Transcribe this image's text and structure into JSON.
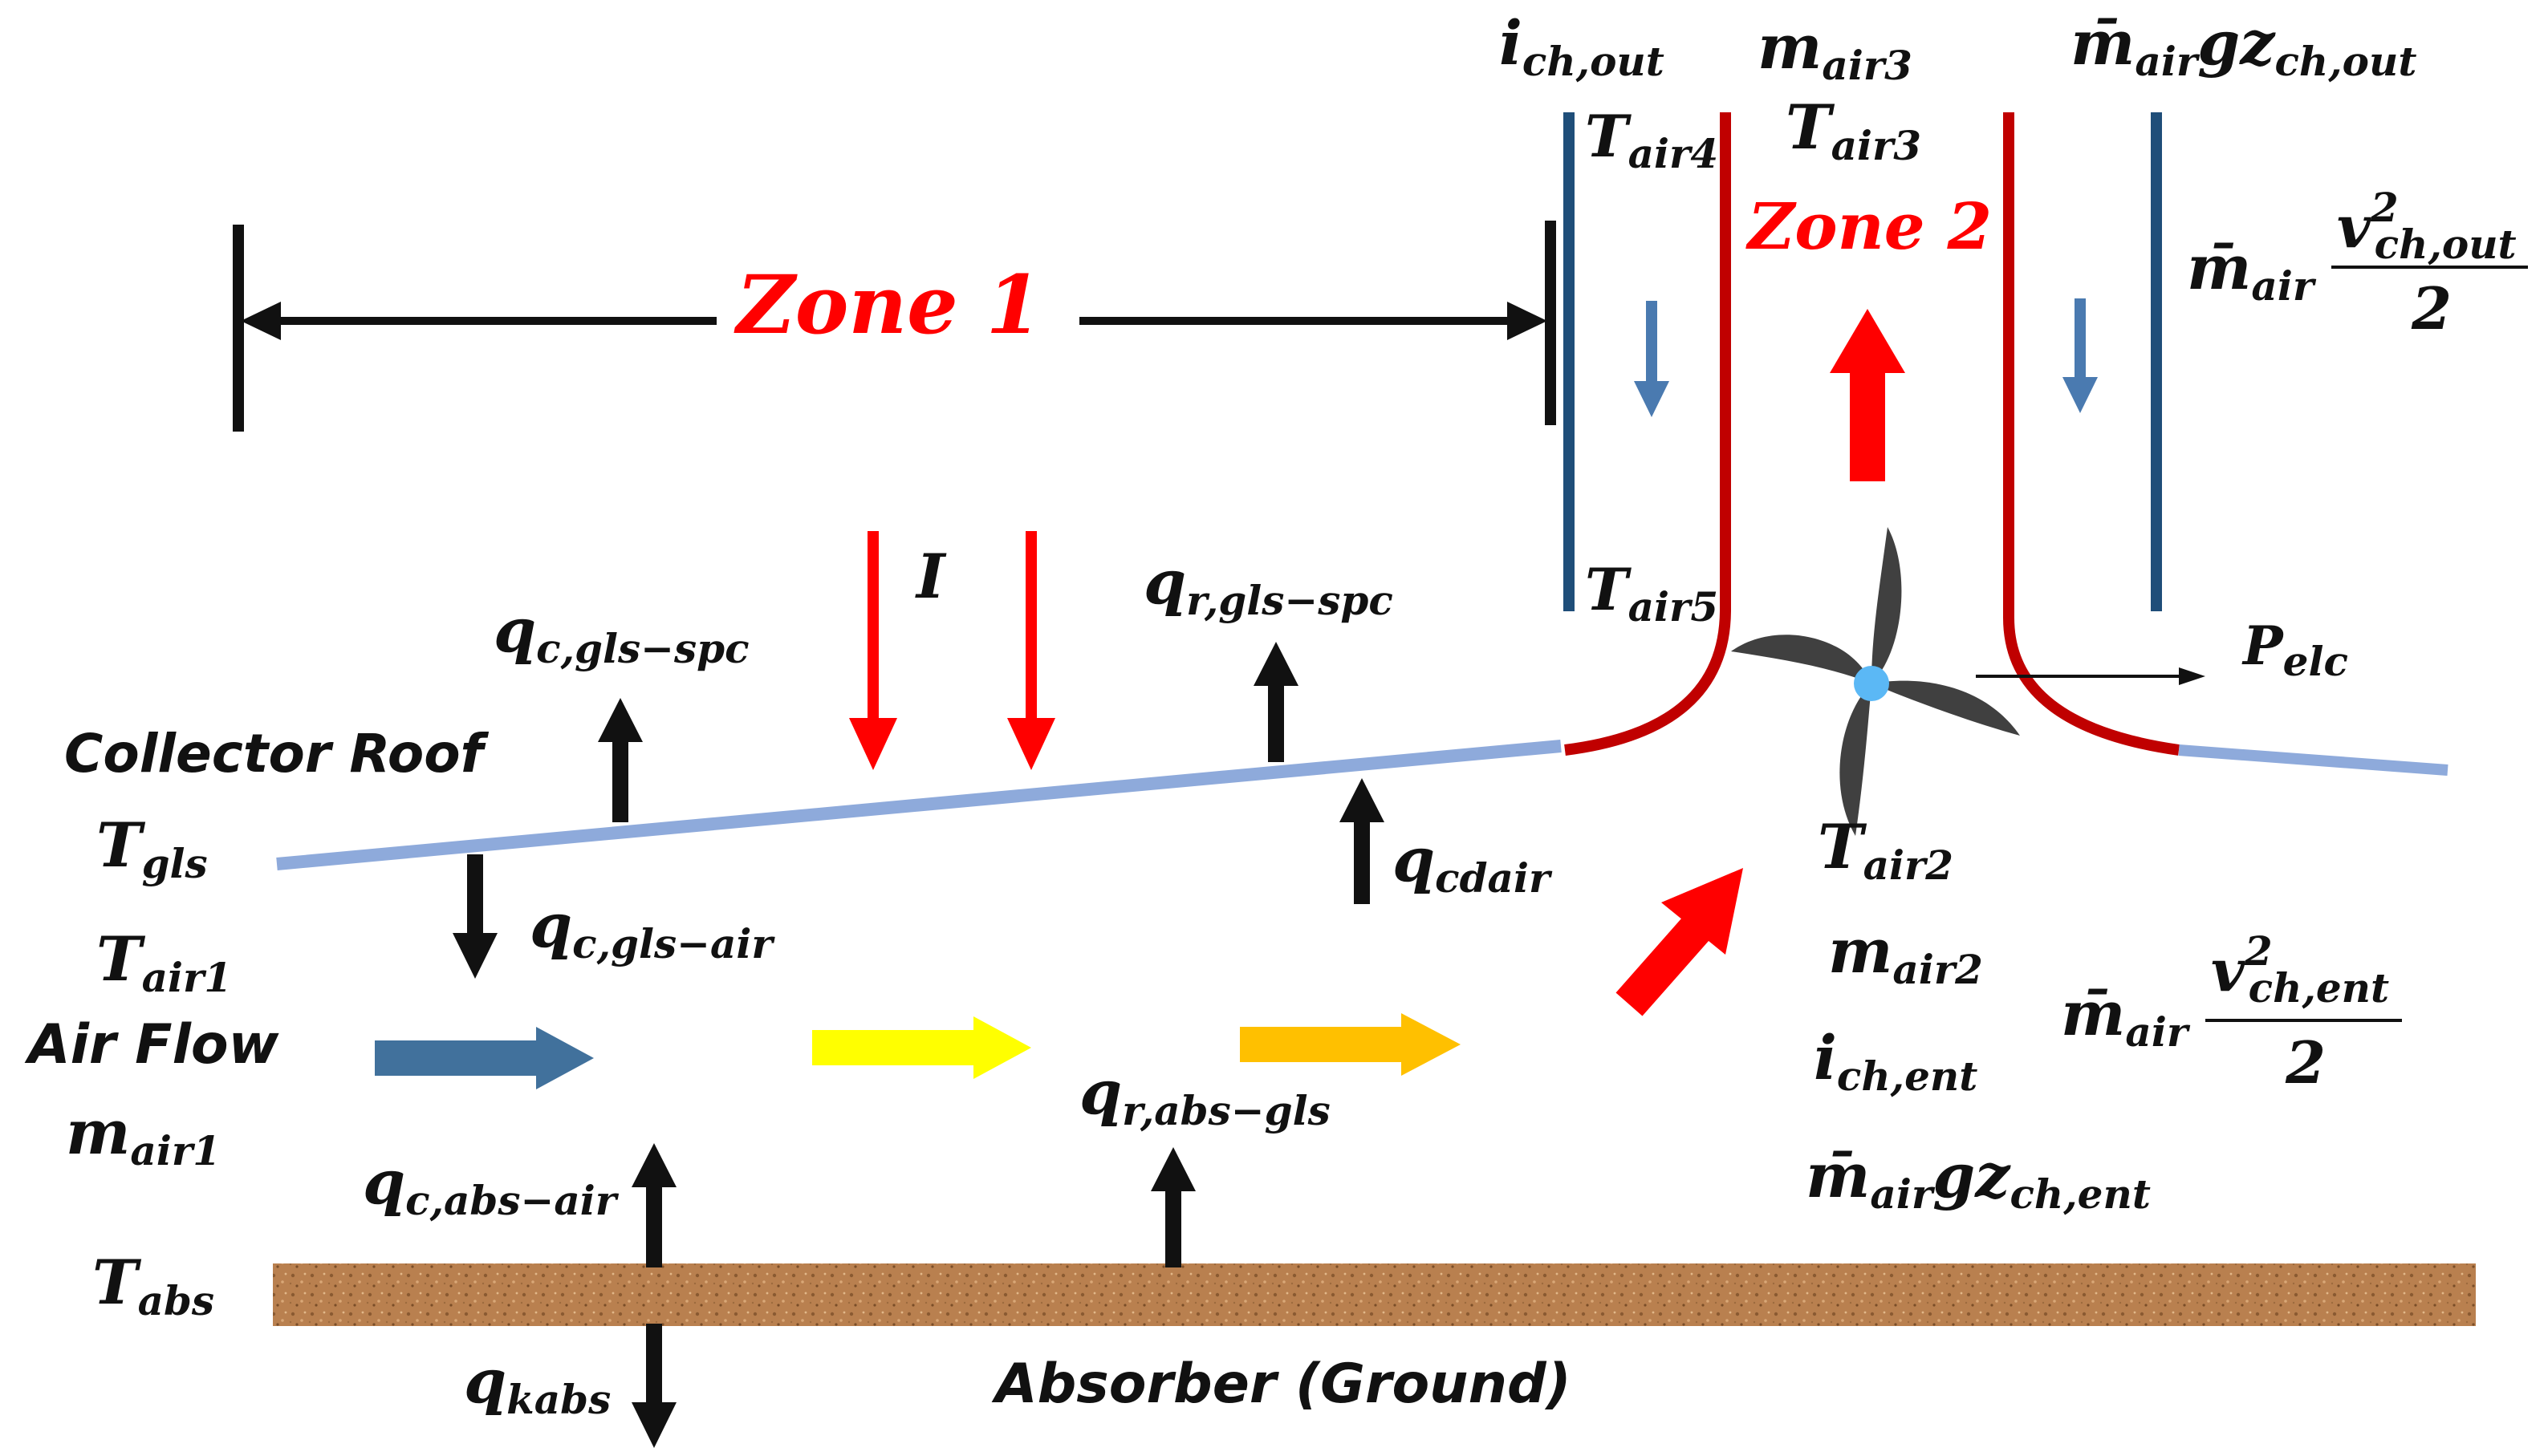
{
  "zones": {
    "zone1": "Zone 1",
    "zone2": "Zone 2"
  },
  "labels": {
    "collector_roof": "Collector Roof",
    "air_flow": "Air Flow",
    "absorber": "Absorber (Ground)"
  },
  "symbols": {
    "T_gls": {
      "base": "T",
      "sub": "gls"
    },
    "T_air1": {
      "base": "T",
      "sub": "air1"
    },
    "m_air1": {
      "base": "m",
      "sub": "air1"
    },
    "T_abs": {
      "base": "T",
      "sub": "abs"
    },
    "I": {
      "base": "I"
    },
    "q_c_gls_spc": {
      "base": "q",
      "sub": "c,gls−spc"
    },
    "q_r_gls_spc": {
      "base": "q",
      "sub": "r,gls−spc"
    },
    "q_cdair": {
      "base": "q",
      "sub": "cdair"
    },
    "q_c_gls_air": {
      "base": "q",
      "sub": "c,gls−air"
    },
    "q_c_abs_air": {
      "base": "q",
      "sub": "c,abs−air"
    },
    "q_r_abs_gls": {
      "base": "q",
      "sub": "r,abs−gls"
    },
    "q_kabs": {
      "base": "q",
      "sub": "kabs"
    },
    "i_ch_out": {
      "base": "i",
      "sub": "ch,out"
    },
    "T_air4": {
      "base": "T",
      "sub": "air4"
    },
    "T_air5": {
      "base": "T",
      "sub": "air5"
    },
    "m_air3": {
      "base": "m",
      "sub": "air3"
    },
    "T_air3": {
      "base": "T",
      "sub": "air3"
    },
    "T_air2": {
      "base": "T",
      "sub": "air2"
    },
    "m_air2": {
      "base": "m",
      "sub": "air2"
    },
    "i_ch_ent": {
      "base": "i",
      "sub": "ch,ent"
    },
    "P_elc": {
      "base": "P",
      "sub": "elc"
    },
    "mbar_gz_out": {
      "base": "m̄",
      "sub1": "air",
      "mid": "gz",
      "sub2": "ch,out"
    },
    "mbar_gz_ent": {
      "base": "m̄",
      "sub1": "air",
      "mid": "gz",
      "sub2": "ch,ent"
    },
    "mbar_v2_out": {
      "base": "m̄",
      "sub": "air",
      "num_base": "v",
      "num_sup": "2",
      "num_sub": "ch,out",
      "den": "2"
    },
    "mbar_v2_ent": {
      "base": "m̄",
      "sub": "air",
      "num_base": "v",
      "num_sup": "2",
      "num_sub": "ch,ent",
      "den": "2"
    }
  },
  "colors": {
    "zone_label": "#ff0000",
    "radiation": "#ff0000",
    "heat_arrow": "#111111",
    "roof": "#8eaadb",
    "chimney_wall": "#c00000",
    "chimney_outer": "#1f4e79",
    "downflow_arrow": "#4a7ab0",
    "airflow_1": "#41719c",
    "airflow_2": "#ffff00",
    "airflow_3": "#ffc000",
    "absorber": "#b9804f",
    "turbine_blade": "#404040",
    "turbine_hub": "#5bb8f5"
  }
}
